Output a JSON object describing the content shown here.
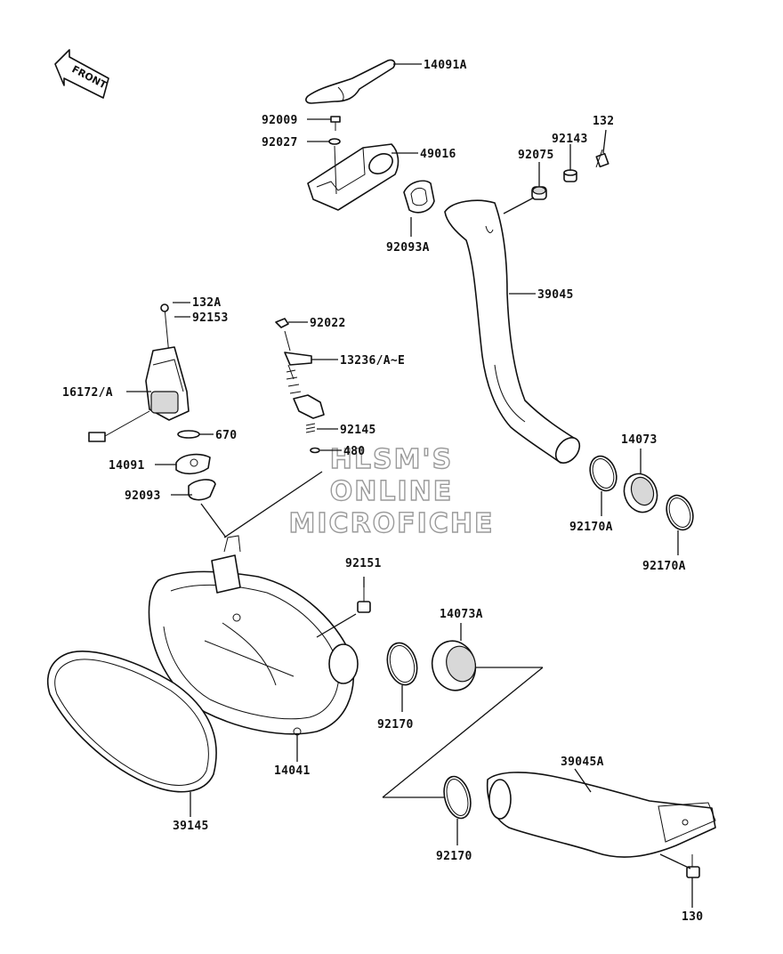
{
  "front_arrow": {
    "text": "FRONT"
  },
  "watermark": {
    "line1": "HLSM'S",
    "line2": "ONLINE",
    "line3": "MICROFICHE"
  },
  "parts": [
    {
      "id": "14091A",
      "label": "14091A"
    },
    {
      "id": "92009",
      "label": "92009"
    },
    {
      "id": "92027",
      "label": "92027"
    },
    {
      "id": "49016",
      "label": "49016"
    },
    {
      "id": "92093A",
      "label": "92093A"
    },
    {
      "id": "132",
      "label": "132"
    },
    {
      "id": "92143",
      "label": "92143"
    },
    {
      "id": "92075",
      "label": "92075"
    },
    {
      "id": "39045",
      "label": "39045"
    },
    {
      "id": "132A",
      "label": "132A"
    },
    {
      "id": "92153",
      "label": "92153"
    },
    {
      "id": "16172A",
      "label": "16172/A"
    },
    {
      "id": "92022",
      "label": "92022"
    },
    {
      "id": "13236AE",
      "label": "13236/A~E"
    },
    {
      "id": "670",
      "label": "670"
    },
    {
      "id": "92145",
      "label": "92145"
    },
    {
      "id": "480",
      "label": "480"
    },
    {
      "id": "14091",
      "label": "14091"
    },
    {
      "id": "92093",
      "label": "92093"
    },
    {
      "id": "14073",
      "label": "14073"
    },
    {
      "id": "92170A_1",
      "label": "92170A"
    },
    {
      "id": "92170A_2",
      "label": "92170A"
    },
    {
      "id": "92151",
      "label": "92151"
    },
    {
      "id": "14073A",
      "label": "14073A"
    },
    {
      "id": "92170_1",
      "label": "92170"
    },
    {
      "id": "14041",
      "label": "14041"
    },
    {
      "id": "39145",
      "label": "39145"
    },
    {
      "id": "39045A",
      "label": "39045A"
    },
    {
      "id": "92170_2",
      "label": "92170"
    },
    {
      "id": "130",
      "label": "130"
    }
  ]
}
